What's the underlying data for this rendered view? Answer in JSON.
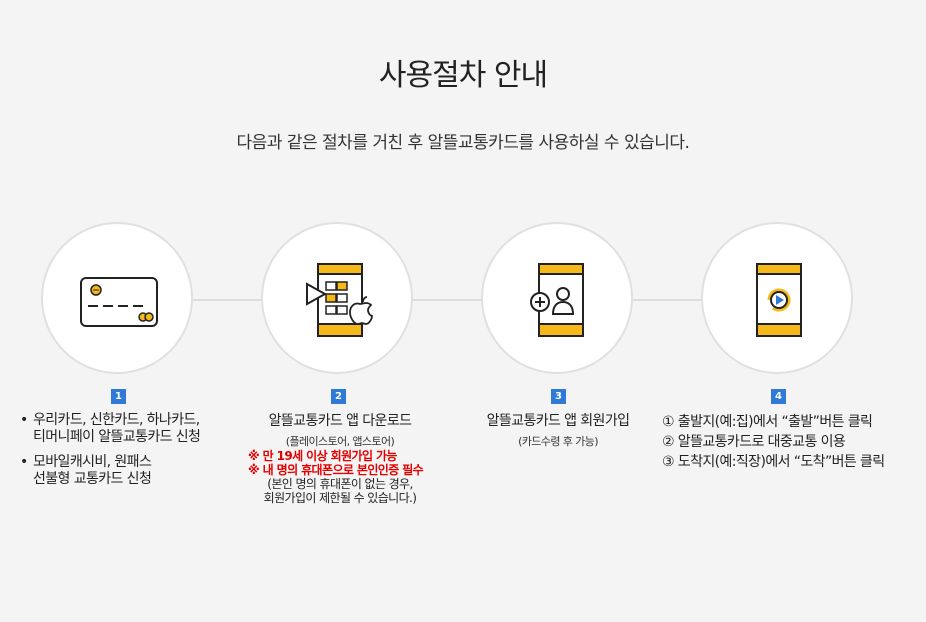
{
  "header": {
    "title": "사용절차 안내",
    "subtitle": "다음과 같은 절차를 거친 후 알뜰교통카드를 사용하실 수 있습니다."
  },
  "steps": [
    {
      "number": "1",
      "icon": "credit-card-icon",
      "bullets": [
        {
          "line1": "우리카드, 신한카드, 하나카드,",
          "line2": "티머니페이  알뜰교통카드 신청"
        },
        {
          "line1": "모바일캐시비, 원패스",
          "line2": "선불형 교통카드 신청"
        }
      ]
    },
    {
      "number": "2",
      "icon": "app-download-icon",
      "title": "알뜰교통카드 앱 다운로드",
      "paren": "(플레이스토어, 앱스토어)",
      "warnings": [
        "※ 만 19세 이상 회원가입 가능",
        "※ 내 명의 휴대폰으로 본인인증 필수"
      ],
      "note_line1": "(본인 명의 휴대폰이 없는 경우,",
      "note_line2": "회원가입이 제한될 수 있습니다.)"
    },
    {
      "number": "3",
      "icon": "add-user-icon",
      "title": "알뜰교통카드 앱 회원가입",
      "paren": "(카드수령 후 가능)"
    },
    {
      "number": "4",
      "icon": "play-app-icon",
      "lines": [
        "① 출발지(예:집)에서 “출발”버튼 클릭",
        "② 알뜰교통카드로 대중교통 이용",
        "③ 도착지(예:직장)에서 “도착”버튼 클릭"
      ]
    }
  ],
  "colors": {
    "accent_blue": "#2e7ad6",
    "warning_red": "#e50000",
    "icon_yellow": "#f6b91a"
  }
}
